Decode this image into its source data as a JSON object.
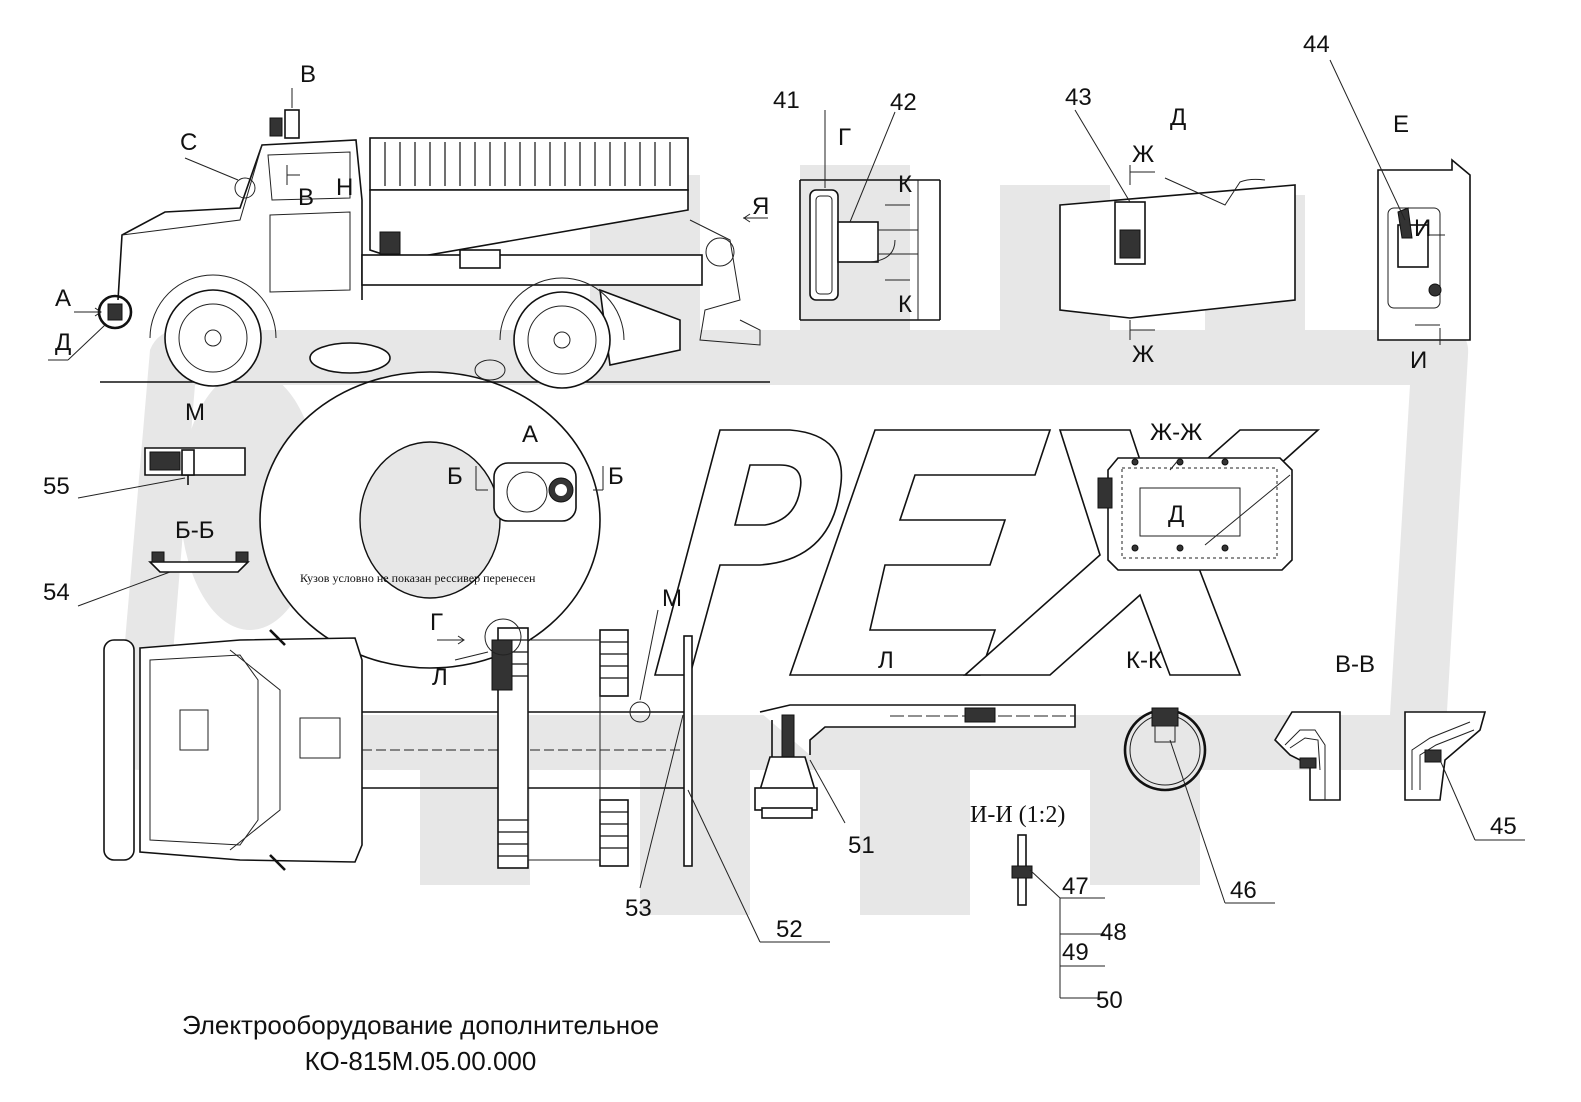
{
  "title": {
    "line1": "Электрооборудование дополнительное",
    "line2": "КО-815М.05.00.000"
  },
  "watermark": {
    "text": "OPEX",
    "color": "#e6e6e6"
  },
  "note": "Кузов условно не показан  ресcивер перенесен",
  "view_labels": {
    "v_top": "В",
    "c": "С",
    "v_mid": "В",
    "h": "Н",
    "ya": "Я",
    "a_left": "А",
    "d_left": "Д",
    "g_41": "Г",
    "k_top": "К",
    "k_bot": "К",
    "d_43": "Д",
    "zh_top": "Ж",
    "zh_bot": "Ж",
    "e_44": "Е",
    "i_mid": "И",
    "i_bot": "И",
    "m_top": "М",
    "a_view": "А",
    "b_left": "Б",
    "b_right": "Б",
    "bb": "Б-Б",
    "zhzh": "Ж-Ж",
    "d_zhzh": "Д",
    "g_plan": "Г",
    "l_plan": "Л",
    "m_plan": "М",
    "l_sec": "Л",
    "kk": "К-К",
    "vv": "В-В",
    "ii": "И-И (1:2)"
  },
  "callouts": {
    "n41": "41",
    "n42": "42",
    "n43": "43",
    "n44": "44",
    "n45": "45",
    "n46": "46",
    "n47": "47",
    "n48": "48",
    "n49": "49",
    "n50": "50",
    "n51": "51",
    "n52": "52",
    "n53": "53",
    "n54": "54",
    "n55": "55"
  }
}
